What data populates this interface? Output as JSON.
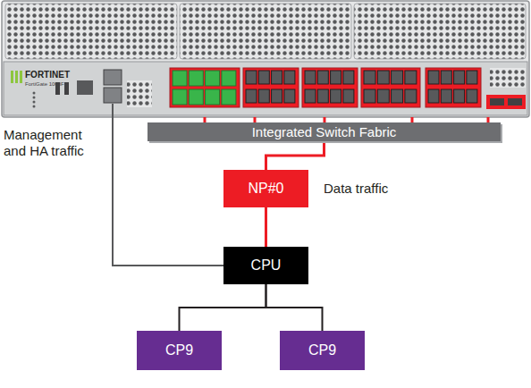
{
  "diagram": {
    "nodes": [
      {
        "text": [
          "Integrated Switch Fabric"
        ]
      },
      {
        "text": [
          "NP#0"
        ]
      },
      {
        "text": [
          "CPU"
        ]
      },
      {
        "text": [
          "CP9"
        ]
      },
      {
        "text": [
          "CP9"
        ]
      }
    ],
    "edges": [
      {
        "from": 0,
        "to": 1,
        "arrow": "none"
      },
      {
        "from": 1,
        "to": 2,
        "arrow": "none"
      },
      {
        "from": 2,
        "to": 3,
        "arrow": "none"
      },
      {
        "from": 2,
        "to": 4,
        "arrow": "none"
      }
    ],
    "labels": [
      "Management and HA traffic",
      "Data traffic",
      "FORTINET",
      "FortiGate 1000F"
    ]
  }
}
